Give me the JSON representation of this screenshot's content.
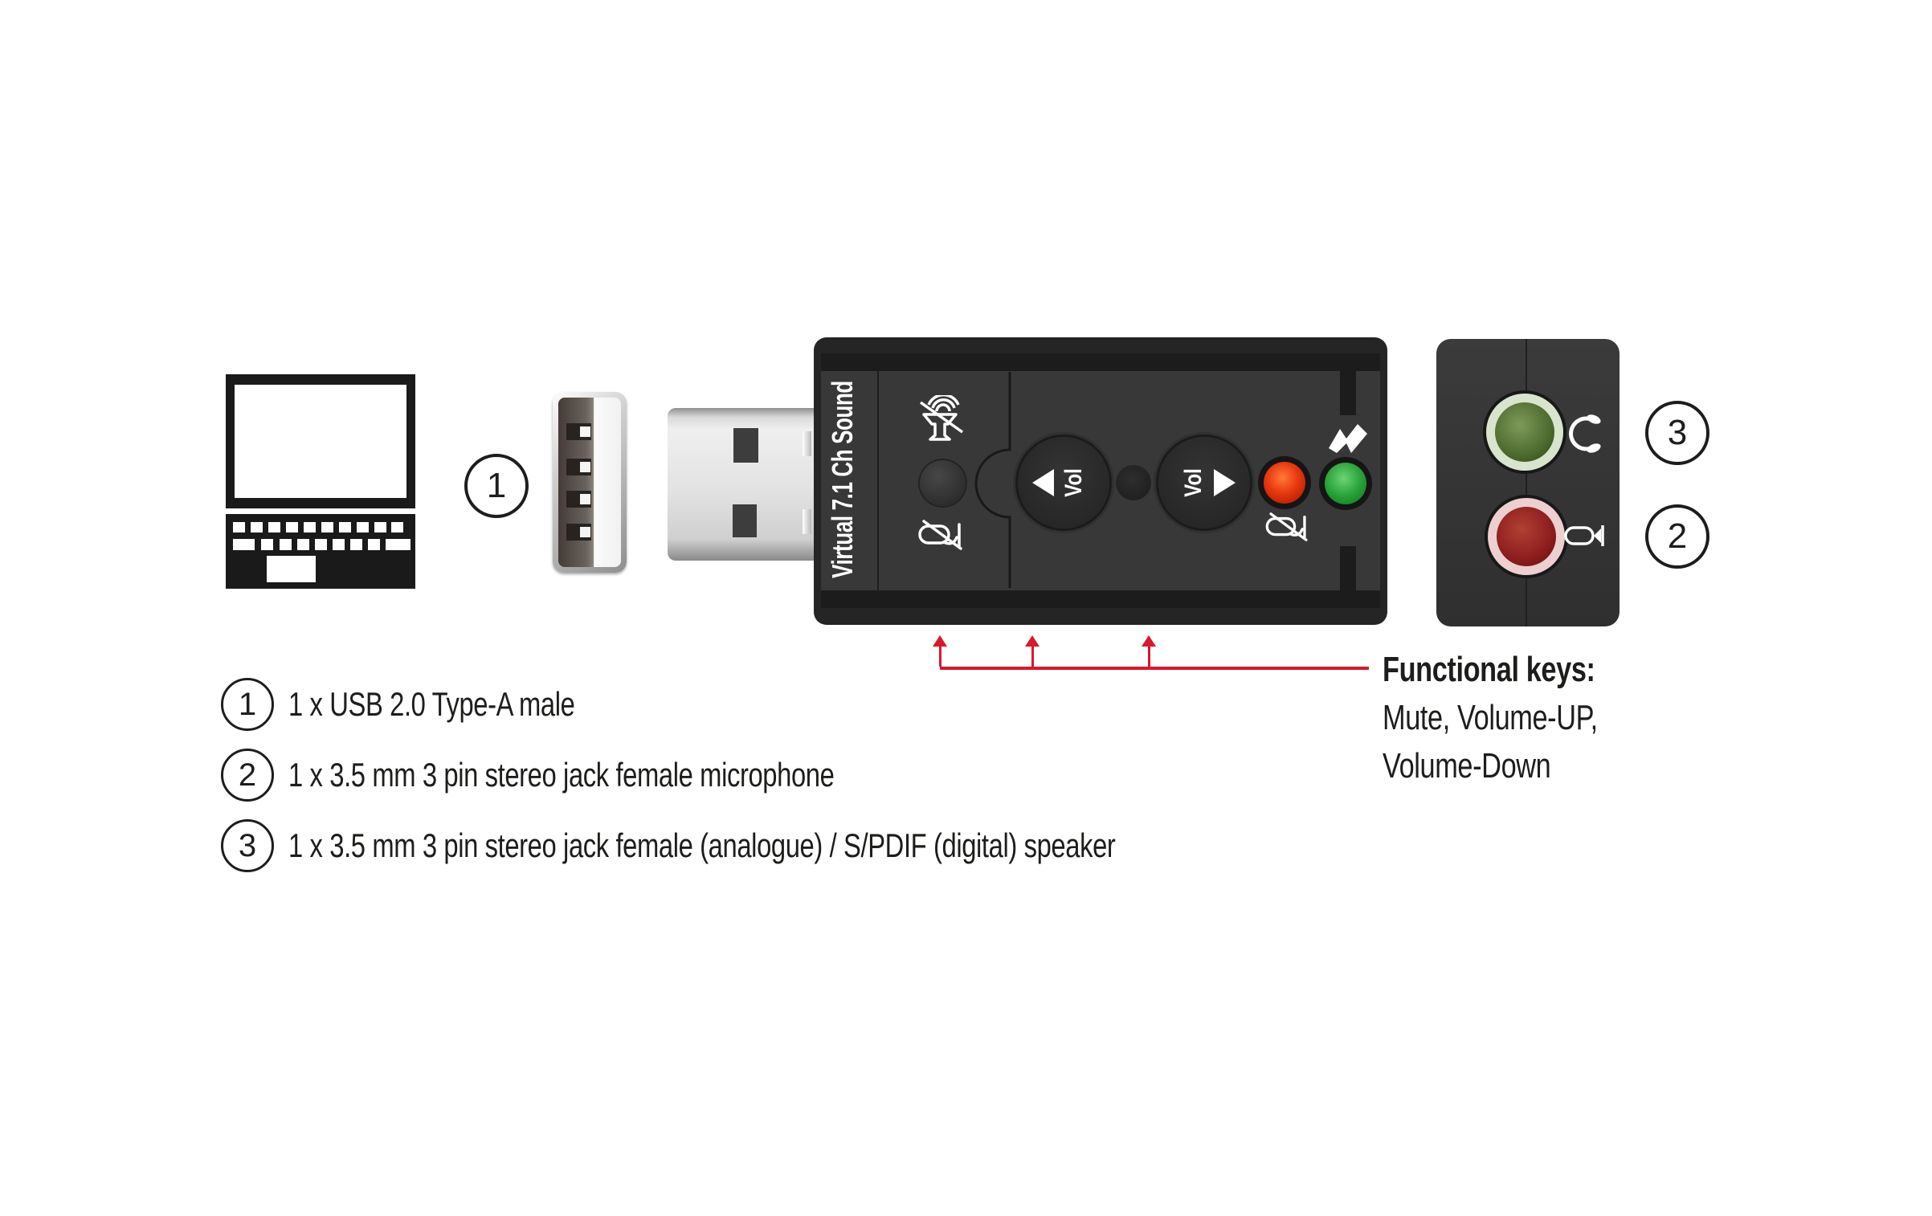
{
  "device_label": "Virtual 7.1 Ch Sound",
  "vol_label": "Vol",
  "callouts": {
    "usb": "1",
    "mic": "2",
    "speaker": "3"
  },
  "functional_keys": {
    "title": "Functional keys:",
    "line1": "Mute, Volume-UP,",
    "line2": "Volume-Down"
  },
  "legend": [
    {
      "num": "1",
      "text": "1 x USB 2.0 Type-A male"
    },
    {
      "num": "2",
      "text": "1 x 3.5 mm 3 pin stereo jack female microphone"
    },
    {
      "num": "3",
      "text": "1 x 3.5 mm 3 pin stereo jack female (analogue) / S/PDIF (digital) speaker"
    }
  ],
  "colors": {
    "accent_red": "#d9182b",
    "text": "#1d1d1b",
    "led_red_core": "#e8380f",
    "led_green_core": "#2aa23a",
    "jack_speaker_ring": "#d9e4cc",
    "jack_speaker_core": "#4e6b2e",
    "jack_mic_ring": "#eccfcf",
    "jack_mic_core": "#8c1d1d"
  },
  "icons": {
    "laptop": "laptop-icon",
    "usb_receptacle": "usb-port-icon",
    "usb_plug": "usb-plug-icon",
    "speaker_mute": "speaker-mute-icon",
    "mic_mute": "mic-mute-icon",
    "flash": "flash-icon",
    "headphone": "headphone-icon",
    "microphone": "microphone-icon"
  }
}
